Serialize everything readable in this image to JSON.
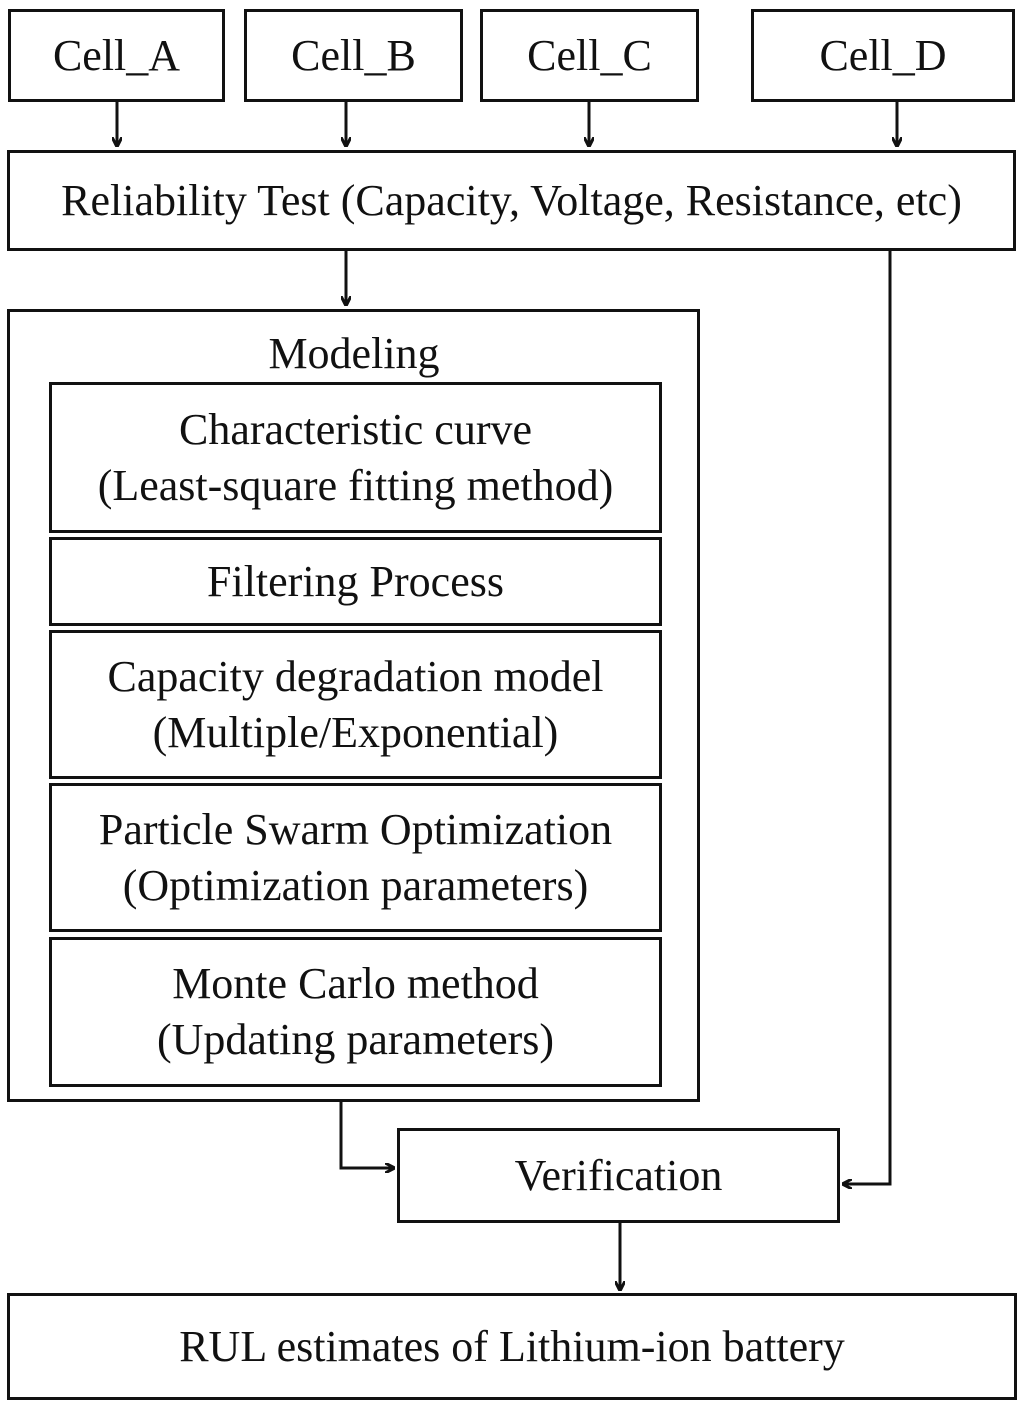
{
  "cells": [
    "Cell_A",
    "Cell_B",
    "Cell_C",
    "Cell_D"
  ],
  "reliability_test": "Reliability Test (Capacity, Voltage, Resistance, etc)",
  "modeling": {
    "title": "Modeling",
    "steps": [
      {
        "line1": "Characteristic curve",
        "line2": "(Least-square fitting method)"
      },
      {
        "line1": "Filtering Process",
        "line2": ""
      },
      {
        "line1": "Capacity degradation model",
        "line2": "(Multiple/Exponential)"
      },
      {
        "line1": "Particle Swarm Optimization",
        "line2": "(Optimization parameters)"
      },
      {
        "line1": "Monte Carlo method",
        "line2": "(Updating parameters)"
      }
    ]
  },
  "verification": "Verification",
  "result": "RUL estimates of Lithium-ion battery"
}
